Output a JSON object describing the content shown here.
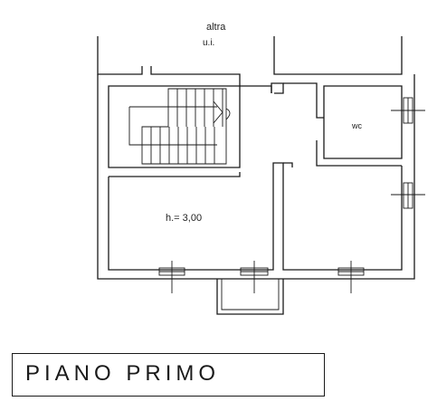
{
  "plan": {
    "adjacent_unit_label_line1": "altra",
    "adjacent_unit_label_line2": "u.i.",
    "wc_label": "wc",
    "room_height_label": "h.= 3,00",
    "stair_step_count": 7
  },
  "title": {
    "text": "PIANO PRIMO"
  },
  "colors": {
    "line": "#1a1a1a",
    "background": "#ffffff"
  }
}
